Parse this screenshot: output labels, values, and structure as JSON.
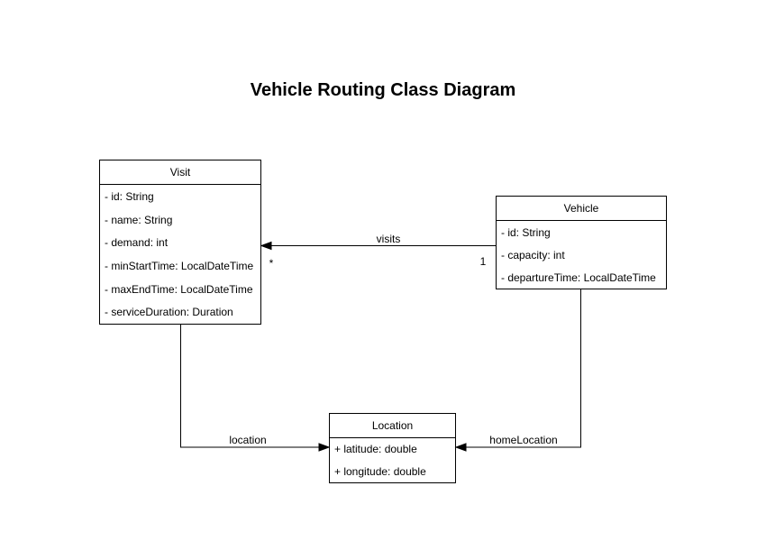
{
  "title": "Vehicle Routing Class Diagram",
  "classes": {
    "visit": {
      "name": "Visit",
      "attributes": [
        "- id: String",
        "- name: String",
        "- demand: int",
        "- minStartTime: LocalDateTime",
        "- maxEndTime: LocalDateTime",
        "- serviceDuration: Duration"
      ]
    },
    "vehicle": {
      "name": "Vehicle",
      "attributes": [
        "- id: String",
        "- capacity: int",
        "- departureTime: LocalDateTime"
      ]
    },
    "location": {
      "name": "Location",
      "attributes": [
        "+ latitude: double",
        "+ longitude: double"
      ]
    }
  },
  "edges": {
    "visits": {
      "label": "visits",
      "multiplicity_target": "*",
      "multiplicity_source": "1"
    },
    "location": {
      "label": "location"
    },
    "home_location": {
      "label": "homeLocation"
    }
  },
  "colors": {
    "background": "#ffffff",
    "line": "#000000",
    "text": "#000000"
  }
}
